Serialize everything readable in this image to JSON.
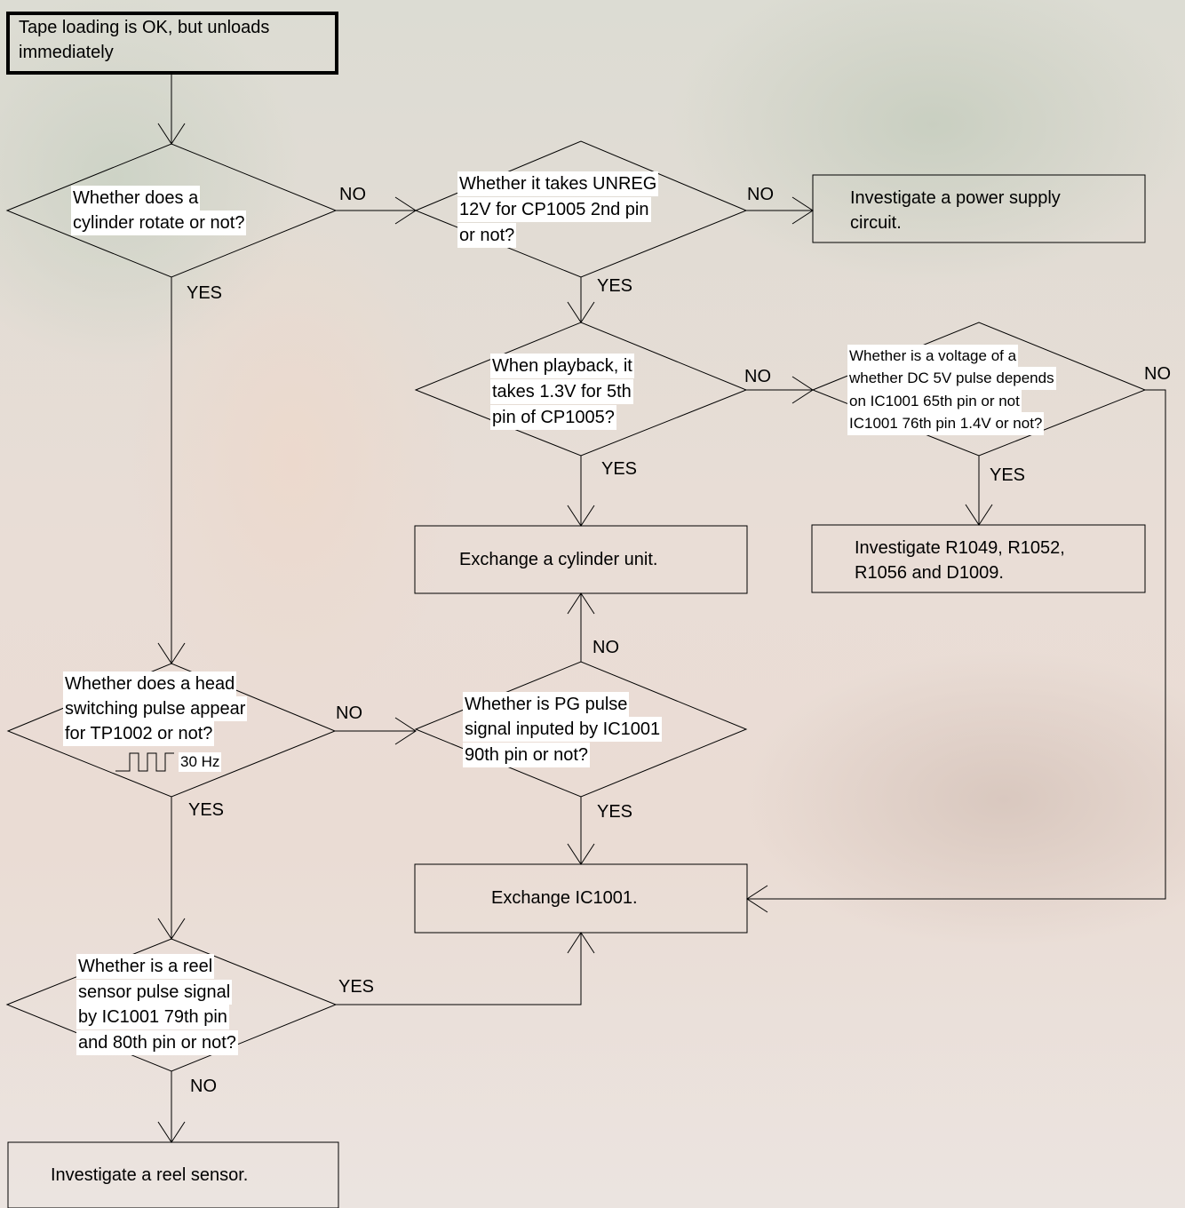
{
  "start_node": {
    "line1": "Tape loading is OK, but unloads",
    "line2": "immediately"
  },
  "q_cylinder": {
    "line1": "Whether does a",
    "line2": "cylinder rotate or not?"
  },
  "q_unreg": {
    "line1": "Whether it takes UNREG",
    "line2": "12V for CP1005 2nd pin",
    "line3": "or not?"
  },
  "a_power_supply": {
    "line1": "Investigate a power supply",
    "line2": "circuit."
  },
  "q_playback": {
    "line1": "When playback, it",
    "line2": "takes 1.3V for 5th",
    "line3": "pin of CP1005?"
  },
  "q_dc5v": {
    "line1": "Whether is a voltage of a",
    "line2": "whether DC 5V pulse depends",
    "line3": "on IC1001 65th pin or not",
    "line4": "IC1001 76th pin 1.4V or not?"
  },
  "a_cylinder_unit": {
    "line1": "Exchange a cylinder unit."
  },
  "a_resistors": {
    "line1": "Investigate R1049, R1052,",
    "line2": "R1056 and D1009."
  },
  "q_head_switch": {
    "line1": "Whether does a head",
    "line2": "switching pulse appear",
    "line3": "for TP1002 or not?",
    "freq": "30 Hz"
  },
  "q_pg_pulse": {
    "line1": "Whether is PG pulse",
    "line2": "signal inputed by IC1001",
    "line3": "90th pin or not?"
  },
  "a_ic1001": {
    "line1": "Exchange IC1001."
  },
  "q_reel_sensor": {
    "line1": "Whether is a reel",
    "line2": "sensor pulse signal",
    "line3": "by IC1001 79th pin",
    "line4": "and 80th pin or not?"
  },
  "a_reel_sensor": {
    "line1": "Investigate a reel sensor."
  },
  "edges": {
    "cylinder_no": "NO",
    "cylinder_yes": "YES",
    "unreg_no": "NO",
    "unreg_yes": "YES",
    "playback_no": "NO",
    "playback_yes": "YES",
    "dc5v_no": "NO",
    "dc5v_yes": "YES",
    "pg_no": "NO",
    "pg_yes": "YES",
    "head_no": "NO",
    "head_yes": "YES",
    "reel_yes": "YES",
    "reel_no": "NO"
  }
}
